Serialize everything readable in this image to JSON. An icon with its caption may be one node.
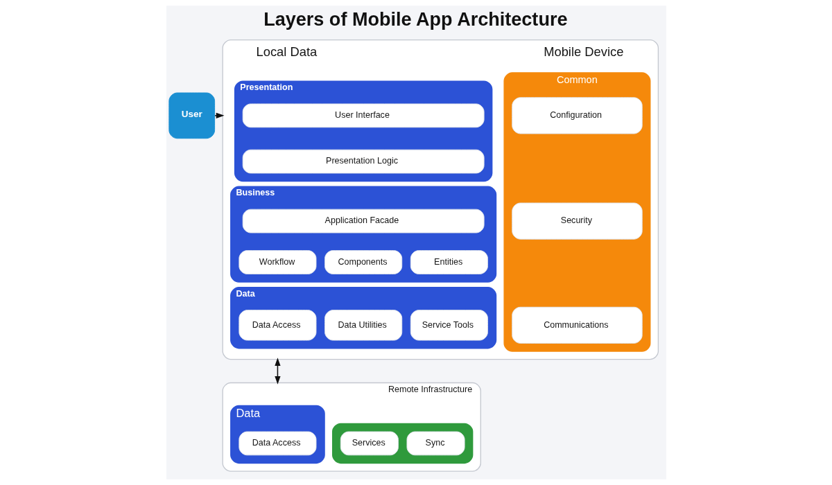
{
  "diagram": {
    "title": "Layers of Mobile App Architecture",
    "nodes": [
      {
        "text": [
          "User"
        ]
      },
      {
        "text": [
          "Local Data",
          "Mobile Device"
        ]
      },
      {
        "text": [
          "Presentation"
        ],
        "in": 1
      },
      {
        "text": [
          "User Interface"
        ],
        "in": 2
      },
      {
        "text": [
          "Presentation Logic"
        ],
        "in": 2
      },
      {
        "text": [
          "Business"
        ],
        "in": 1
      },
      {
        "text": [
          "Application Facade"
        ],
        "in": 5
      },
      {
        "text": [
          "Workflow"
        ],
        "in": 5
      },
      {
        "text": [
          "Components"
        ],
        "in": 5
      },
      {
        "text": [
          "Entities"
        ],
        "in": 5
      },
      {
        "text": [
          "Data"
        ],
        "in": 1
      },
      {
        "text": [
          "Data Access"
        ],
        "in": 10
      },
      {
        "text": [
          "Data Utilities"
        ],
        "in": 10
      },
      {
        "text": [
          "Service Tools"
        ],
        "in": 10
      },
      {
        "text": [
          "Common"
        ],
        "in": 1
      },
      {
        "text": [
          "Configuration"
        ],
        "in": 14
      },
      {
        "text": [
          "Security"
        ],
        "in": 14
      },
      {
        "text": [
          "Communications"
        ],
        "in": 14
      },
      {
        "text": [
          "Remote Infrastructure"
        ]
      },
      {
        "text": [
          "Data"
        ],
        "in": 18
      },
      {
        "text": [
          "Data Access"
        ],
        "in": 19
      },
      {
        "text": [],
        "shape": "box",
        "in": 18
      },
      {
        "text": [
          "Services"
        ],
        "in": 21
      },
      {
        "text": [
          "Sync"
        ],
        "in": 21
      }
    ],
    "edges": [
      {
        "from": 0,
        "to": 1,
        "arrow": "to"
      },
      {
        "from": 1,
        "to": 18,
        "arrow": "both"
      }
    ]
  }
}
